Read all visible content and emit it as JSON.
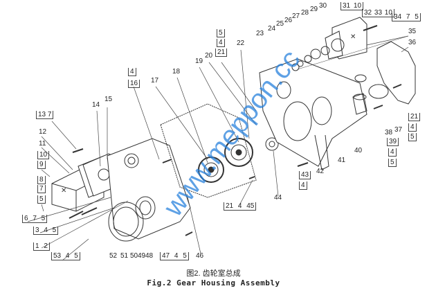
{
  "labels": [
    "13 7",
    "12",
    "11",
    "10",
    "9",
    "8",
    "7",
    "5",
    "14",
    "15",
    "6 7 5",
    "3 4 5",
    "1 2",
    "53 4 5",
    "52",
    "51",
    "50",
    "49",
    "48",
    "47 4 5",
    "46",
    "4",
    "16",
    "17",
    "18",
    "19",
    "20",
    "5",
    "4",
    "21",
    "22",
    "23",
    "24",
    "25",
    "26",
    "27",
    "28",
    "29",
    "30",
    "31 10",
    "32 33 10",
    "34 7 5",
    "35",
    "36",
    "21",
    "4",
    "5",
    "37",
    "38",
    "39",
    "4",
    "5",
    "40",
    "41",
    "42",
    "43",
    "4",
    "44",
    "21 4 45"
  ],
  "caption": {
    "chinese": "图2. 齿轮室总成",
    "english": "Fig.2 Gear Housing Assembly"
  },
  "watermark": "www.meppon.cc"
}
